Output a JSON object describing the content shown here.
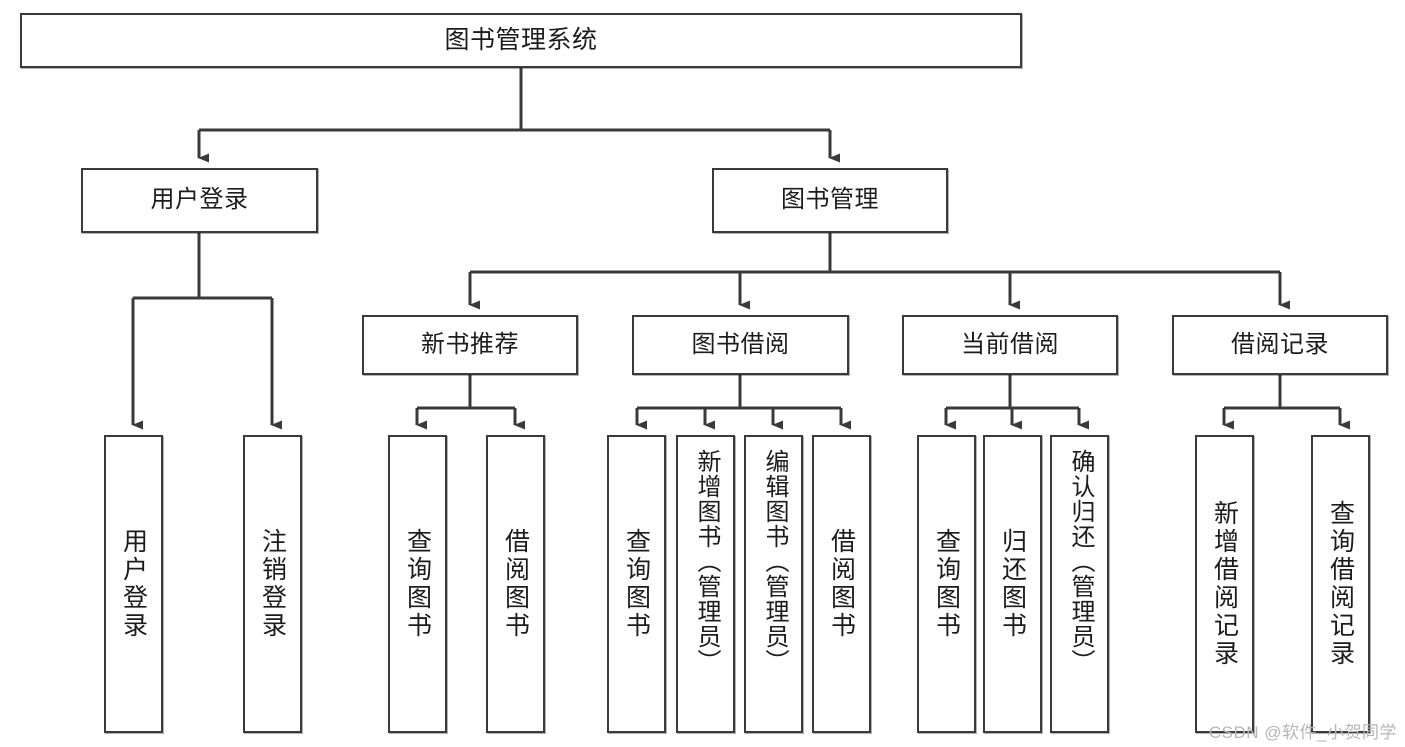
{
  "diagram": {
    "title": "图书管理系统",
    "type": "tree-hierarchy-chart",
    "watermark": "CSDN @软件_小贺同学",
    "colors": {
      "box_border": "#3a3a3a",
      "box_fill": "#ffffff",
      "connector": "#3a3a3a",
      "text": "#1c1c1c",
      "watermark": "#b6b6b6"
    },
    "root": {
      "label": "图书管理系统"
    },
    "level2": [
      {
        "label": "用户登录"
      },
      {
        "label": "图书管理"
      }
    ],
    "level3": [
      {
        "label": "新书推荐"
      },
      {
        "label": "图书借阅"
      },
      {
        "label": "当前借阅"
      },
      {
        "label": "借阅记录"
      }
    ],
    "leaves": {
      "user_login": [
        {
          "label": "用户登录"
        },
        {
          "label": "注销登录"
        }
      ],
      "new_book_recommend": [
        {
          "label": "查询图书"
        },
        {
          "label": "借阅图书"
        }
      ],
      "book_borrow": [
        {
          "label": "查询图书"
        },
        {
          "label": "新增图书（管理员）"
        },
        {
          "label": "编辑图书（管理员）"
        },
        {
          "label": "借阅图书"
        }
      ],
      "current_borrow": [
        {
          "label": "查询图书"
        },
        {
          "label": "归还图书"
        },
        {
          "label": "确认归还（管理员）"
        }
      ],
      "borrow_record": [
        {
          "label": "新增借阅记录"
        },
        {
          "label": "查询借阅记录"
        }
      ]
    }
  }
}
